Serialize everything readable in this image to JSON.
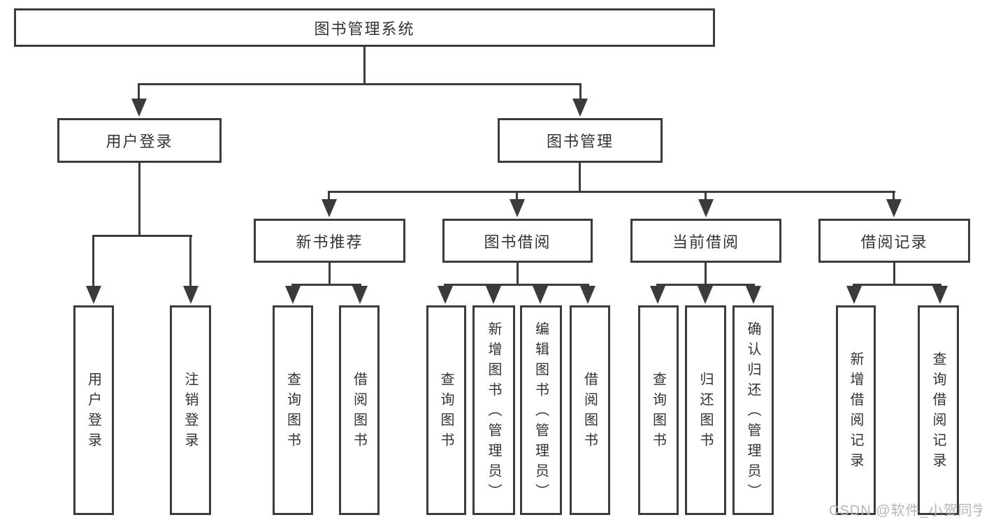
{
  "diagram_title": "图书管理系统",
  "nodes": {
    "root": {
      "label": "图书管理系统"
    },
    "level2": [
      {
        "id": "user-login",
        "label": "用户登录"
      },
      {
        "id": "book-management",
        "label": "图书管理"
      }
    ],
    "level3": [
      {
        "id": "new-book-recommend",
        "label": "新书推荐",
        "parent": "book-management"
      },
      {
        "id": "book-borrow",
        "label": "图书借阅",
        "parent": "book-management"
      },
      {
        "id": "current-borrow",
        "label": "当前借阅",
        "parent": "book-management"
      },
      {
        "id": "borrow-records",
        "label": "借阅记录",
        "parent": "book-management"
      }
    ],
    "leaves": [
      {
        "label": "用户登录",
        "parent": "user-login"
      },
      {
        "label": "注销登录",
        "parent": "user-login"
      },
      {
        "label": "查询图书",
        "parent": "new-book-recommend"
      },
      {
        "label": "借阅图书",
        "parent": "new-book-recommend"
      },
      {
        "label": "查询图书",
        "parent": "book-borrow"
      },
      {
        "label": "新增图书（管理员）",
        "parent": "book-borrow"
      },
      {
        "label": "编辑图书（管理员）",
        "parent": "book-borrow"
      },
      {
        "label": "借阅图书",
        "parent": "book-borrow"
      },
      {
        "label": "查询图书",
        "parent": "current-borrow"
      },
      {
        "label": "归还图书",
        "parent": "current-borrow"
      },
      {
        "label": "确认归还（管理员）",
        "parent": "current-borrow"
      },
      {
        "label": "新增借阅记录",
        "parent": "borrow-records"
      },
      {
        "label": "查询借阅记录",
        "parent": "borrow-records"
      }
    ]
  },
  "watermark": {
    "text": "CSDN @软件_小贺同学"
  },
  "colors": {
    "line": "#3b3b3b",
    "text": "#333333",
    "background": "#ffffff",
    "watermark": "#b2b6ba"
  }
}
